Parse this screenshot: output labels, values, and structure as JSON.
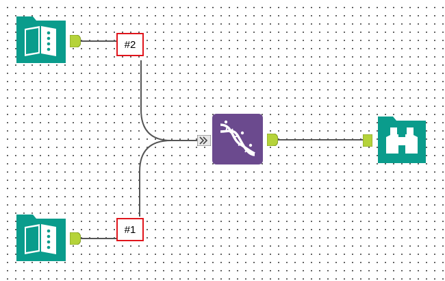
{
  "workflow": {
    "connections": [
      {
        "label": "#2"
      },
      {
        "label": "#1"
      }
    ],
    "tools": [
      {
        "icon": "book-icon",
        "category": "input"
      },
      {
        "icon": "book-icon",
        "category": "input"
      },
      {
        "icon": "dna-icon",
        "category": "union"
      },
      {
        "icon": "binoculars-icon",
        "category": "browse"
      }
    ]
  },
  "colors": {
    "input_tool": "#0a9c8c",
    "union_tool": "#6b4a8e",
    "anchor": "#b5d33a",
    "connection_label_border": "#e0141b",
    "wire": "#555555"
  }
}
